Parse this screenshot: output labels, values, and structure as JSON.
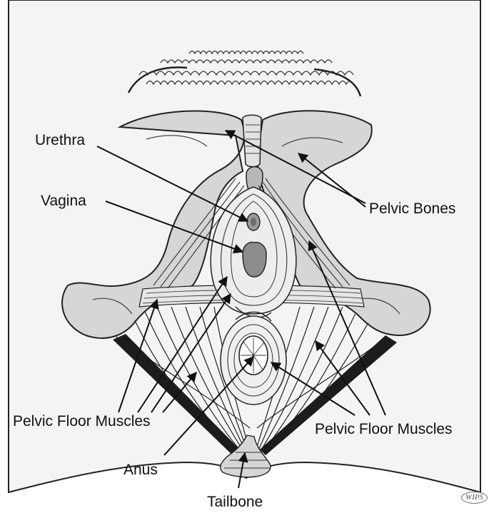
{
  "labels": {
    "urethra": "Urethra",
    "vagina": "Vagina",
    "pelvic_bones": "Pelvic Bones",
    "pelvic_floor_muscles_left": "Pelvic Floor Muscles",
    "pelvic_floor_muscles_right": "Pelvic Floor Muscles",
    "anus": "Anus",
    "tailbone": "Tailbone"
  },
  "watermark": "WIPS",
  "colors": {
    "skin": "#f4f4f4",
    "bone": "#d6d6d6",
    "muscle_band": "#1c1c1c",
    "outline": "#222222",
    "background": "#ffffff"
  }
}
